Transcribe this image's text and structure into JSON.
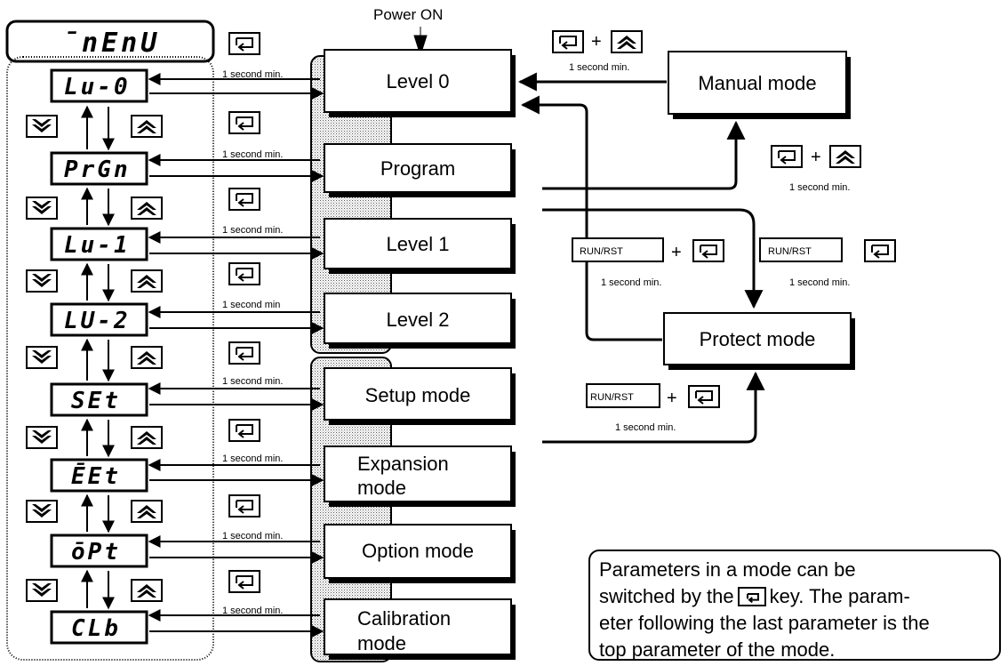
{
  "power_on": "Power ON",
  "menu": {
    "title": "̄nEnU",
    "items": [
      "Lu-0",
      "PrGn",
      "Lu-1",
      "LU-2",
      "SEt",
      "ĒEt",
      "ōPt",
      "CLb"
    ]
  },
  "modes": {
    "level0": "Level 0",
    "program": "Program",
    "level1": "Level 1",
    "level2": "Level 2",
    "setup": "Setup mode",
    "expansion": [
      "Expansion",
      "mode"
    ],
    "option": "Option mode",
    "calibration": [
      "Calibration",
      "mode"
    ],
    "manual": "Manual mode",
    "protect": "Protect mode"
  },
  "labels": {
    "one_second_min": "1 second min.",
    "one_second_min_short": "1 second min",
    "run_rst": "RUN/RST",
    "plus": "+"
  },
  "note": {
    "line1": "Parameters in a mode can be",
    "line2_pre": "switched by the",
    "line2_post": "key. The param-",
    "line3": "eter following the last parameter is the",
    "line4": "top parameter of the mode."
  }
}
